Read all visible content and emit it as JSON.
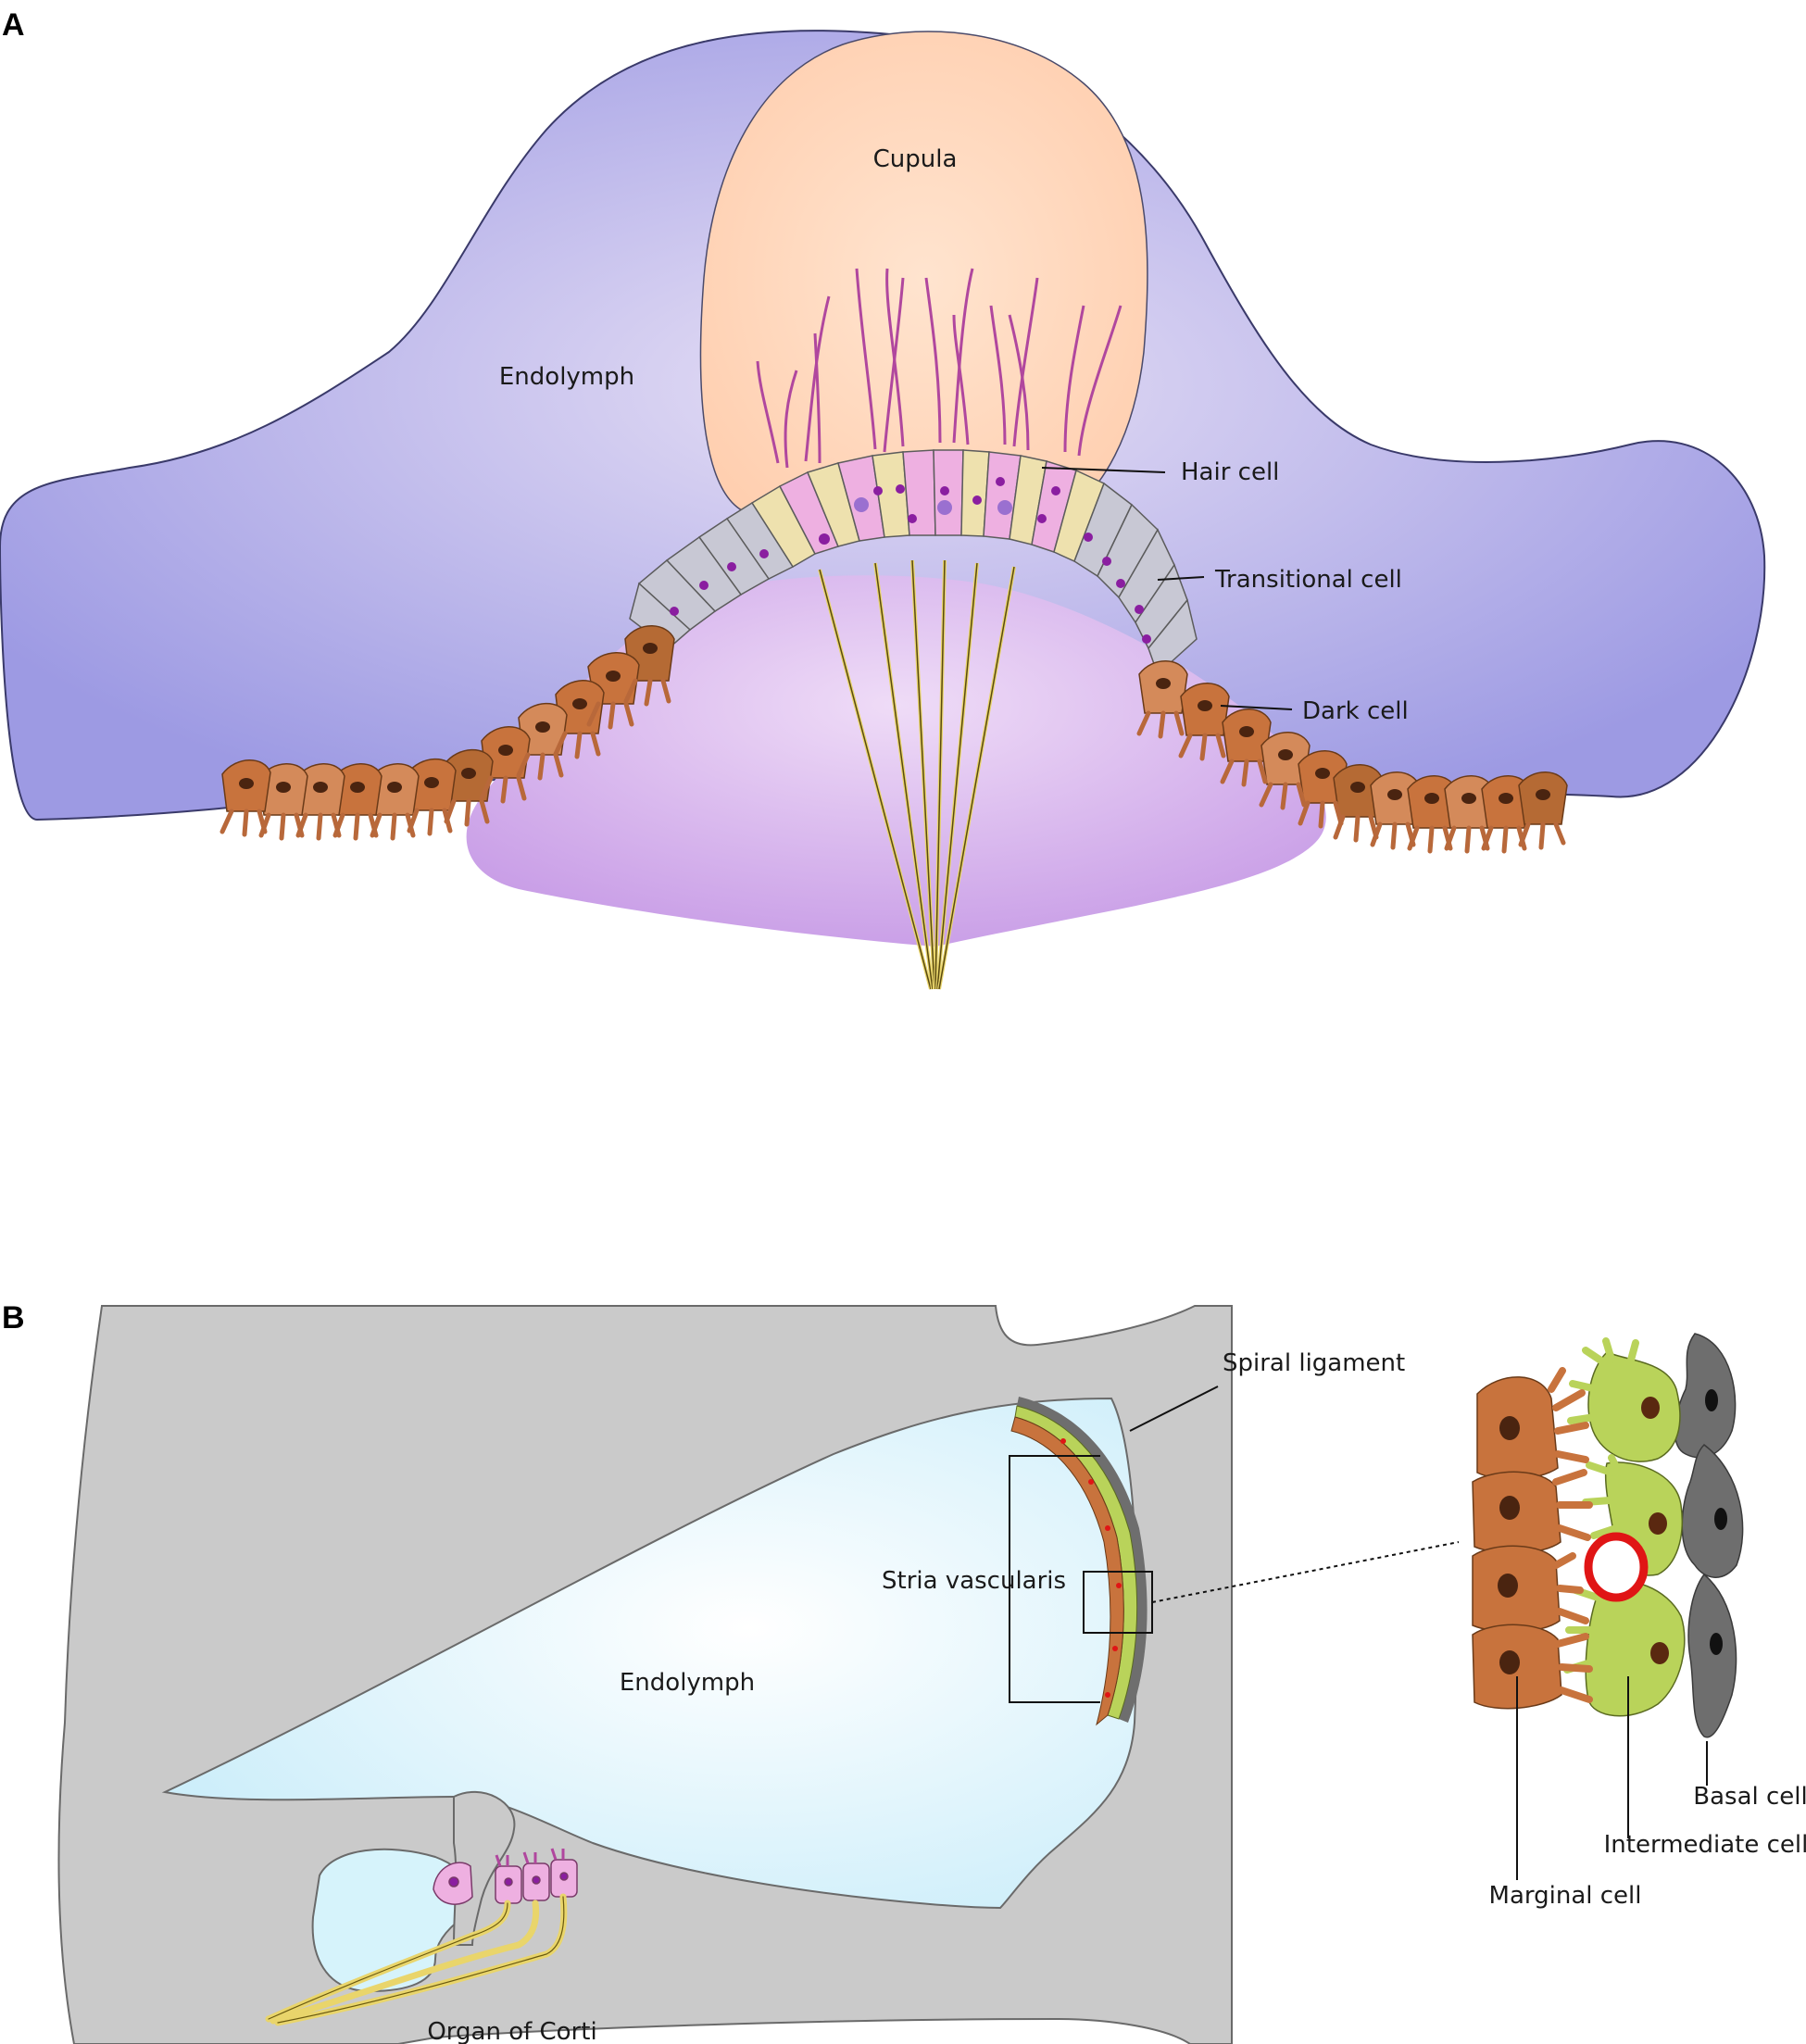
{
  "panels": {
    "a": {
      "letter": "A",
      "labels": {
        "cupula": "Cupula",
        "endolymph": "Endolymph",
        "hair_cell": "Hair cell",
        "transitional_cell": "Transitional cell",
        "dark_cell": "Dark cell"
      }
    },
    "b": {
      "letter": "B",
      "labels": {
        "spiral_ligament": "Spiral ligament",
        "stria_vascularis": "Stria vascularis",
        "endolymph": "Endolymph",
        "organ_of_corti": "Organ of Corti",
        "marginal_cell": "Marginal cell",
        "intermediate_cell": "Intermediate cell",
        "basal_cell": "Basal cell"
      }
    }
  },
  "colors": {
    "endolymph_a": "#a9a6e6",
    "ampulla": "#dbb8ef",
    "cupula": "#ffd8bf",
    "hair_cell": "#eeb0e1",
    "support_cell": "#eee1ae",
    "transitional_cell": "#c8c8d4",
    "dark_cell": "#c8733d",
    "nerve": "#f3e27a",
    "bone": "#cacaca",
    "endolymph_b": "#d6f3fb",
    "marginal_cell": "#c8733d",
    "intermediate_cell": "#b9d35a",
    "basal_cell": "#6e6e6e",
    "capillary": "#e01515"
  }
}
